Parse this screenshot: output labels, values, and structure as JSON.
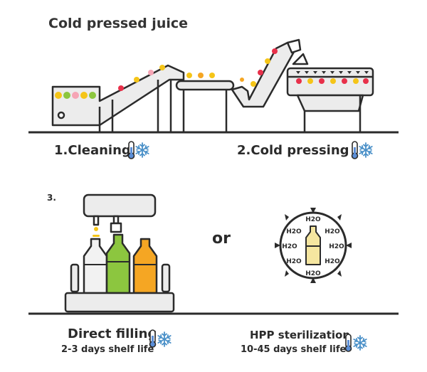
{
  "title": "Cold pressed juice",
  "steps": {
    "cleaning": "1.Cleaning",
    "cold_pressing": "2.Cold pressing",
    "step3_number": "3."
  },
  "or_label": "or",
  "direct_filling": {
    "title": "Direct filling",
    "shelf_life": "2-3 days shelf life"
  },
  "hpp": {
    "title": "HPP sterilization",
    "shelf_life": "10-45 days shelf life",
    "water_label": "H2O"
  },
  "icons": [
    "thermometer-icon",
    "snowflake-icon"
  ],
  "colors": {
    "line": "#2b2b2b",
    "machine_fill": "#e6e6e6",
    "red": "#e8304a",
    "yellow": "#f5c518",
    "orange": "#f5a623",
    "green": "#8cc63f",
    "pink": "#f6a5b5",
    "thermo": "#5b8ed6",
    "snow": "#4a90c8"
  }
}
